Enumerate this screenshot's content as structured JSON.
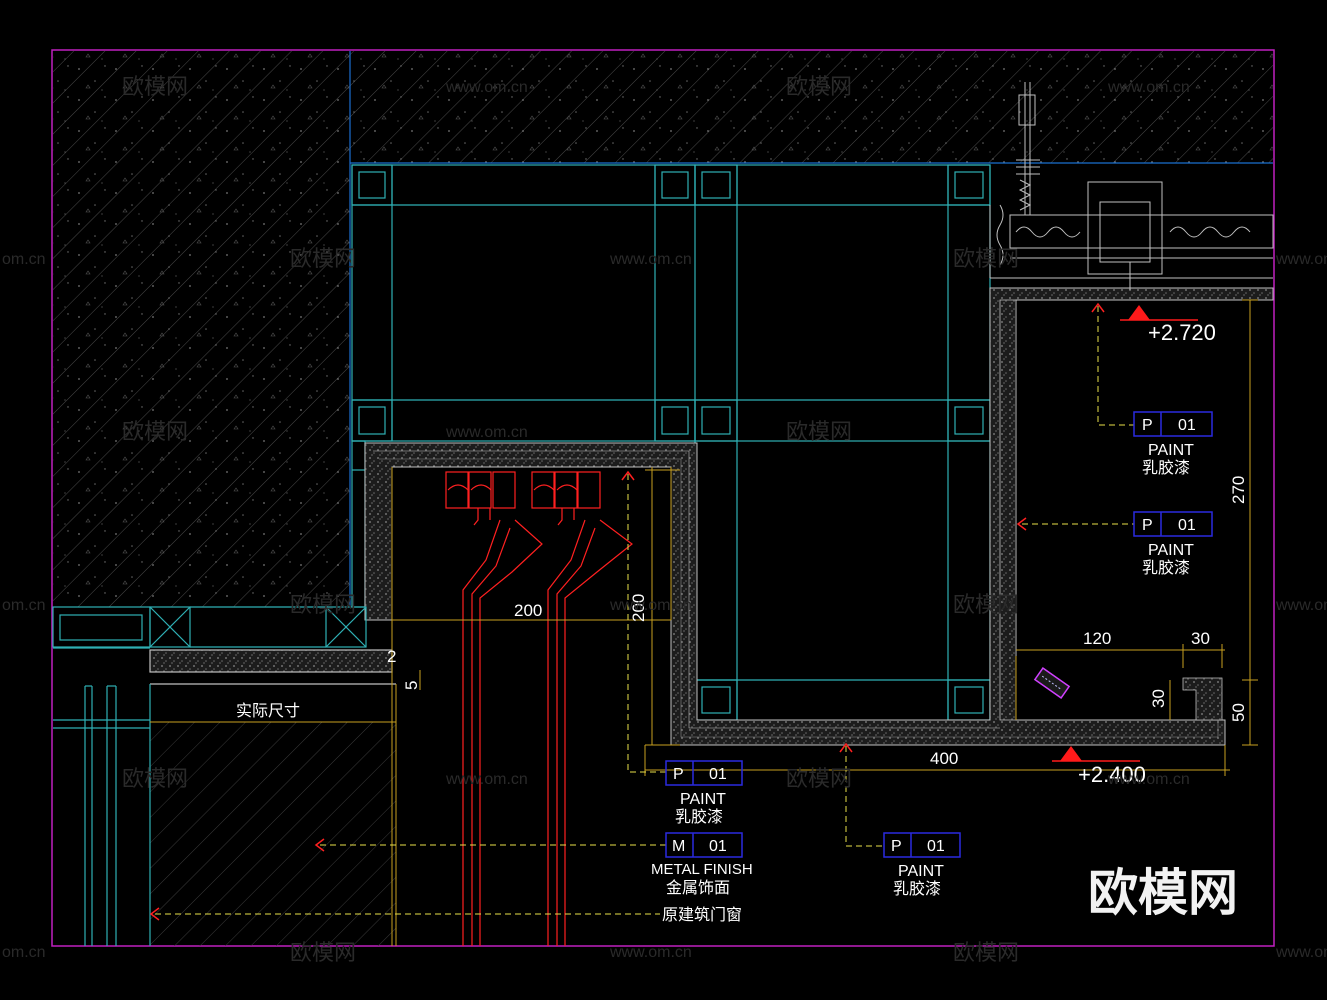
{
  "colors": {
    "background": "#000000",
    "structure": "#1a6fd0",
    "frame": "#2fb0b5",
    "dimension": "#c8a020",
    "leader": "#e8e04a",
    "callout_box": "#2a2ae0",
    "level_marker": "#ff1a1a",
    "border": "#c020c0",
    "curtain": "#ff2020"
  },
  "dimensions": {
    "d_200_h": "200",
    "d_200_v": "200",
    "d_2": "2",
    "d_5": "5",
    "d_actual": "实际尺寸",
    "d_120": "120",
    "d_30_top": "30",
    "d_30_side": "30",
    "d_270": "270",
    "d_50": "50",
    "d_400": "400"
  },
  "levels": {
    "upper": "+2.720",
    "lower": "+2.400"
  },
  "callouts": [
    {
      "code": "P",
      "num": "01",
      "en": "PAINT",
      "cn": "乳胶漆"
    },
    {
      "code": "P",
      "num": "01",
      "en": "PAINT",
      "cn": "乳胶漆"
    },
    {
      "code": "P",
      "num": "01",
      "en": "PAINT",
      "cn": "乳胶漆"
    },
    {
      "code": "M",
      "num": "01",
      "en": "METAL FINISH",
      "cn": "金属饰面"
    },
    {
      "code": "P",
      "num": "01",
      "en": "PAINT",
      "cn": "乳胶漆"
    }
  ],
  "notes": {
    "original_window": "原建筑门窗"
  },
  "watermark": {
    "brand": "欧模网",
    "site": "www.om.cn",
    "site_short": "om.cn",
    "logo": "欧模网"
  }
}
